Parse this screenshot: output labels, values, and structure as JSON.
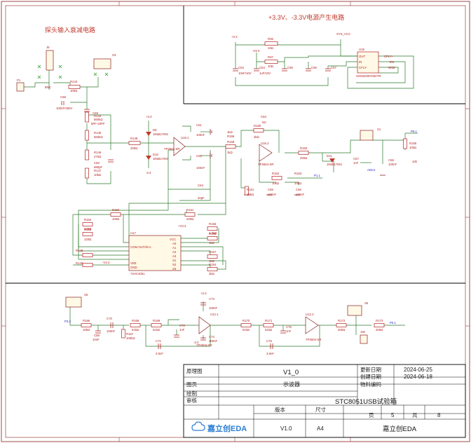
{
  "blocks": {
    "input_attenuation": "探头输入衰减电路",
    "power": "+3.3V、-3.3V电源产生电路"
  },
  "title_block": {
    "drawing_name_label": "原理图",
    "version_value": "V1_0",
    "updated_date_label": "更新日期",
    "updated_date_value": "2024-06-25",
    "created_date_label": "创建日期",
    "created_date_value": "2024-06-18",
    "sheet_label": "图页",
    "sheet_value": "示波器",
    "part_no_label": "物料编码",
    "drawn_label": "绘制",
    "review_label": "审核",
    "project_title": "STC8051USB试验箱",
    "version_label": "版本",
    "size_label": "尺寸",
    "page_label": "页",
    "page_value": "5",
    "total_label": "共",
    "total_value": "8",
    "version_num": "V1.0",
    "size_value": "A4",
    "logo_text": "嘉立创EDA",
    "company": "嘉立创EDA"
  },
  "power_section": {
    "labels": [
      "+3.3",
      "-V3.3",
      "SYS_VCC",
      "R36",
      "10Ω",
      "R37",
      "10Ω",
      "U15",
      "OUT",
      "IN",
      "CFLY-",
      "CFLY+",
      "EN",
      "GND",
      "SGM3209YMS/TR",
      "C53",
      "C54",
      "C55",
      "C56",
      "C57",
      "10uF/10V",
      "1uF/10V"
    ]
  },
  "input_section": {
    "labels": [
      "J5",
      "BNC",
      "P1",
      "R143",
      "100Ω",
      "C58",
      "100nF/250V",
      "S3",
      "C59",
      "5PF-20PF",
      "R144",
      "560kΩ",
      "R145",
      "560kΩ",
      "R146",
      "270Ω",
      "C60",
      "680pF",
      "R147",
      "10kΩ",
      "R148",
      "200Ω"
    ]
  },
  "amp_section": {
    "labels": [
      "+3.3",
      "-3.3",
      "D8",
      "1N5817WS",
      "D10",
      "1N5817WS",
      "U16.1",
      "TP2604-SR",
      "C61",
      "100nF",
      "C62",
      "100nF",
      "R158",
      "1kΩ",
      "C63",
      "NC",
      "R180",
      "2kΩ",
      "U16.2",
      "TP2604-SR",
      "R159",
      "1kΩ",
      "R160",
      "200Ω",
      "D11",
      "1N5817WS",
      "C67",
      "1nF",
      "S1",
      "R165",
      "10kΩ",
      "C68",
      "100nF",
      "10k",
      "P5.1",
      "ADC2",
      "R161",
      "10kΩ",
      "C65",
      "100nF",
      "R162",
      "10kΩ",
      "R163",
      "10kΩ",
      "C66",
      "100nF",
      "P1.1",
      "C64",
      "20pF"
    ]
  },
  "mux_section": {
    "labels": [
      "R150",
      "100Ω",
      "R151",
      "200Ω",
      "R152",
      "120Ω",
      "R153",
      "120Ω",
      "R148",
      "R149",
      "-V3.3",
      "U17",
      "COM OUT/IN A",
      "VCC",
      "A0",
      "A1",
      "A2",
      "A3",
      "S1",
      "S2",
      "S3",
      "VEE",
      "GND",
      "74HC4051",
      "+V3.3",
      "R155",
      "1.2kΩ",
      "R156",
      "1kΩ",
      "R157",
      "1kΩ",
      "R154",
      "2kΩ"
    ]
  },
  "filter_section": {
    "labels": [
      "S5",
      "P3.2",
      "R166",
      "10kΩ",
      "C69",
      "10nF",
      "C70",
      "100nF",
      "R167",
      "100kΩ",
      "R168",
      "51kΩ",
      "R169",
      "51kΩ",
      "C71",
      "3.9nF",
      "C72",
      "1nF",
      "+3.3",
      "-3.3",
      "C73",
      "100nF",
      "C74",
      "100nF",
      "U12.1",
      "TP2604-SR",
      "R170",
      "51kΩ",
      "R171",
      "51kΩ",
      "C75",
      "3.9nF",
      "C76",
      "1nF",
      "U12.2",
      "TP2604-SR",
      "R172",
      "200Ω",
      "R173",
      "200Ω",
      "S6",
      "J36",
      "P0.1"
    ]
  }
}
